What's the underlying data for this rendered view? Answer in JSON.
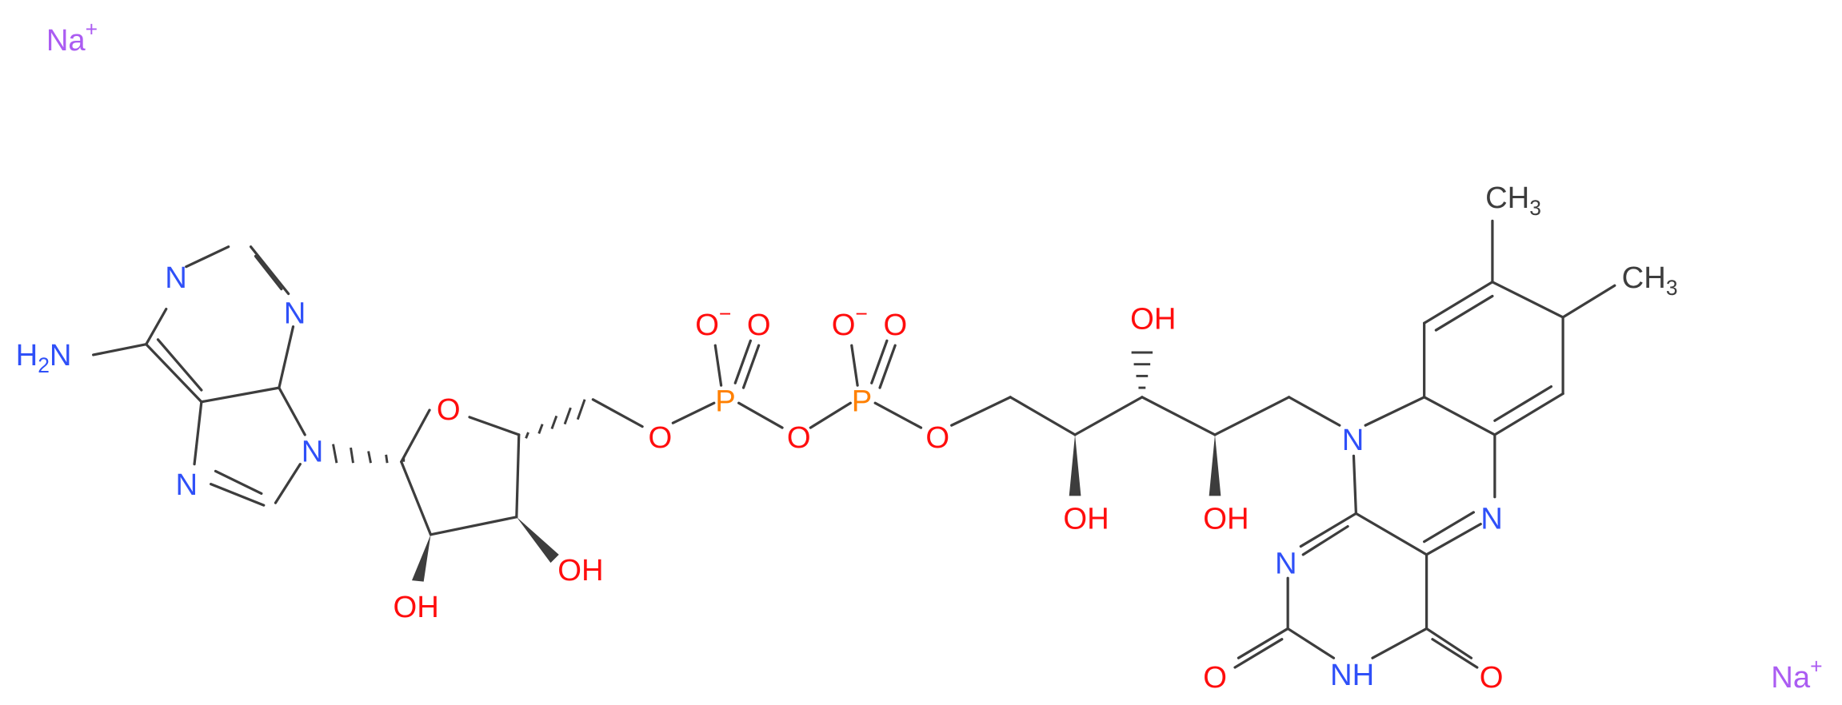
{
  "colors": {
    "carbon_bond": "#3d3d3d",
    "oxygen": "#ff0d0d",
    "nitrogen": "#2f50f8",
    "phosphorus": "#ff8000",
    "sodium": "#ab5cf2"
  },
  "labels": {
    "na": "Na",
    "na_charge": "+",
    "nh2_n": "N",
    "nh2_h": "H",
    "nh2_sub": "2",
    "nh_n": "N",
    "nh_h": "H",
    "n": "N",
    "o": "O",
    "p": "P",
    "oh": "OH",
    "o_minus": "−",
    "ch3_c": "CH",
    "ch3_sub": "3"
  }
}
